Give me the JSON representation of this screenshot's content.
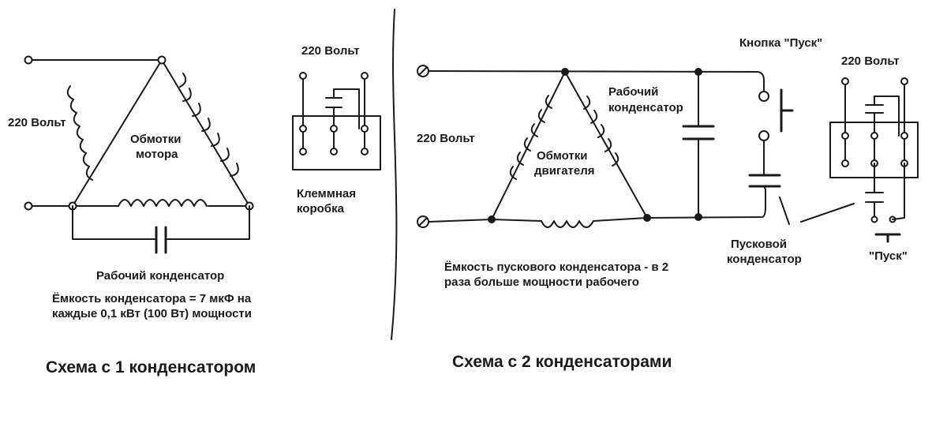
{
  "left": {
    "voltage_label": "220 Вольт",
    "windings_label_1": "Обмотки",
    "windings_label_2": "мотора",
    "terminal_voltage_label": "220 Вольт",
    "terminal_box_label_1": "Клеммная",
    "terminal_box_label_2": "коробка",
    "capacitor_label": "Рабочий конденсатор",
    "note_line_1": "Ёмкость конденсатора = 7 мкФ на",
    "note_line_2": "каждые 0,1 кВт (100 Вт) мощности",
    "caption": "Схема с 1 конденсатором"
  },
  "right": {
    "button_label": "Кнопка \"Пуск\"",
    "terminal_voltage_label": "220 Вольт",
    "work_cap_label_1": "Рабочий",
    "work_cap_label_2": "конденсатор",
    "voltage_label": "220 Вольт",
    "windings_label_1": "Обмотки",
    "windings_label_2": "двигателя",
    "start_cap_label_1": "Пусковой",
    "start_cap_label_2": "конденсатор",
    "start_button_label": "\"Пуск\"",
    "note_line_1": "Ёмкость пускового конденсатора - в 2",
    "note_line_2": "раза больше мощности рабочего",
    "caption": "Схема с 2 конденсаторами"
  }
}
